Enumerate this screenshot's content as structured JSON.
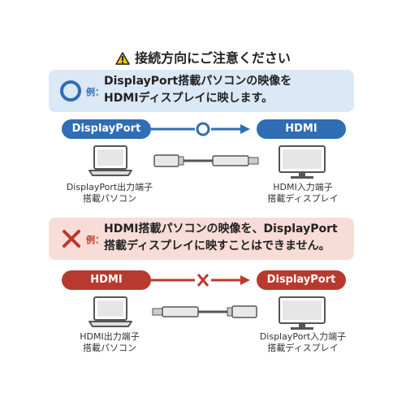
{
  "title": "接続方向にご注意ください",
  "correct": {
    "example_label": "例：",
    "line1": "DisplayPort搭載パソコンの映像を",
    "line2": "HDMIディスプレイに映します。",
    "source_label": "DisplayPort",
    "target_label": "HDMI",
    "source_caption_1": "DisplayPort出力端子",
    "source_caption_2": "搭載パソコン",
    "target_caption_1": "HDMI入力端子",
    "target_caption_2": "搭載ディスプレイ"
  },
  "incorrect": {
    "example_label": "例：",
    "line1": "HDMI搭載パソコンの映像を、DisplayPort",
    "line2": "搭載ディスプレイに映すことはできません。",
    "source_label": "HDMI",
    "target_label": "DisplayPort",
    "source_caption_1": "HDMI出力端子",
    "source_caption_2": "搭載パソコン",
    "target_caption_1": "DisplayPort入力端子",
    "target_caption_2": "搭載ディスプレイ"
  },
  "colors": {
    "blue": "#2f6db5",
    "red": "#b83a2e",
    "ok_panel": "#dbe8f6",
    "ng_panel": "#f7dcd7"
  }
}
